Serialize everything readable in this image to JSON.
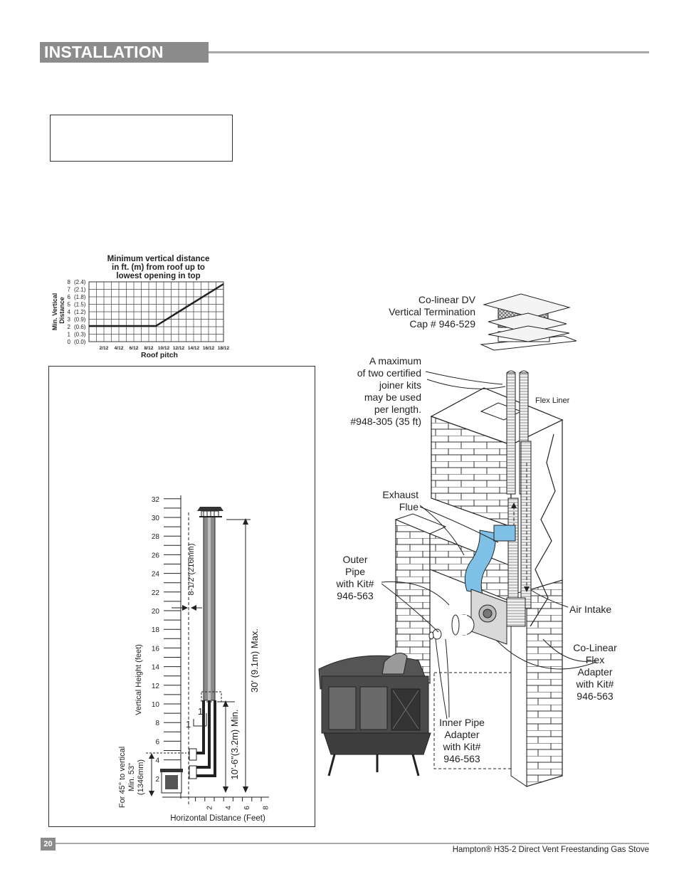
{
  "header": {
    "title": "INSTALLATION"
  },
  "roof_graph": {
    "title_lines": [
      "Minimum vertical distance",
      "in ft. (m) from roof up to",
      "lowest opening in top"
    ],
    "ylabel_lines": [
      "Min. Vertical",
      "Distance"
    ],
    "xlabel": "Roof pitch",
    "y_ticks": [
      {
        "ft": "0",
        "m": "(0.0)"
      },
      {
        "ft": "1",
        "m": "(0.3)"
      },
      {
        "ft": "2",
        "m": "(0.6)"
      },
      {
        "ft": "3",
        "m": "(0.9)"
      },
      {
        "ft": "4",
        "m": "(1.2)"
      },
      {
        "ft": "5",
        "m": "(1.5)"
      },
      {
        "ft": "6",
        "m": "(1.8)"
      },
      {
        "ft": "7",
        "m": "(2.1)"
      },
      {
        "ft": "8",
        "m": "(2.4)"
      }
    ],
    "x_ticks": [
      "2/12",
      "4/12",
      "6/12",
      "8/12",
      "10/12",
      "12/12",
      "14/12",
      "16/12",
      "18/12"
    ]
  },
  "vent_diagram": {
    "y_ticks": [
      "2",
      "4",
      "6",
      "8",
      "10",
      "12",
      "14",
      "16",
      "18",
      "20",
      "22",
      "24",
      "26",
      "28",
      "30",
      "32"
    ],
    "x_ticks": [
      "2",
      "4",
      "6",
      "8"
    ],
    "ylabel": "Vertical Height (feet)",
    "xlabel": "Horizontal Distance (Feet)",
    "label_offset": "8-1/2\"(216mm)",
    "label_max": "30' (9.1m) Max.",
    "label_min": "10'-6\"(3.2m) Min.",
    "label_slope_rise": "1",
    "label_slope_run": "1",
    "label_45_lines": [
      "For 45° to vertical",
      "Min. 53\"",
      "(1346mm)"
    ]
  },
  "chimney_callouts": {
    "cap": [
      "Co-linear DV",
      "Vertical Termination",
      "Cap # 946-529"
    ],
    "joiner": [
      "A maximum",
      "of two certified",
      "joiner kits",
      "may be used",
      "per length.",
      "#948-305 (35 ft)"
    ],
    "flex_liner": "Flex Liner",
    "exhaust": [
      "Exhaust",
      "Flue"
    ],
    "outer_pipe": [
      "Outer",
      "Pipe",
      "with Kit#",
      "946-563"
    ],
    "air_intake": "Air Intake",
    "flex_adapter": [
      "Co-Linear",
      "Flex",
      "Adapter",
      "with Kit#",
      "946-563"
    ],
    "inner_pipe": [
      "Inner Pipe",
      "Adapter",
      "with Kit#",
      "946-563"
    ]
  },
  "footer": {
    "page_number": "20",
    "product": "Hampton® H35-2 Direct Vent Freestanding Gas Stove"
  }
}
